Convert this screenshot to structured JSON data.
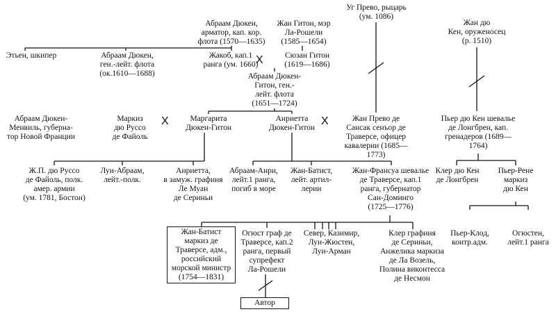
{
  "nodes": {
    "ug_prevo": "Уг Прево, рыцарь\n(ум. 1086)",
    "jean_du_quesne": "Жан дю\nКен, оруженосец\n(р. 1510)",
    "abraham_duquesne_sr": "Абраам Дюкен,\nарматор, кап. кор.\nфлота (1570—1635)",
    "jean_guiton": "Жан Гитон, мэр\nЛа-Рошели\n(1585—1654)",
    "etienne": "Этьен, шкипер",
    "abraham_duquesne_lt": "Абраам Дюкен,\nген.-лейт. флота\n(ок.1610—1688)",
    "jacob": "Жакоб, кап.1\nранга (ум. 1660)",
    "suzanne": "Сюзан Гитон\n(1619—1686)",
    "abraham_duquesne_guiton": "Абраам Дюкен-\nГитон, ген.-\nлейт. флота\n(1651—1724)",
    "abraham_menville": "Абраам Дюкен-\nМенвиль, губерна-\nтор Новой Франции",
    "marquis_russo": "Маркиз\nдю Руссо\nде Файоль",
    "marguerite": "Маргарита\nДюкен-Гитон",
    "henriette": "Анриетта\nДюкен-Гитон",
    "jean_prevo": "Жан Прево де\nСансак сенъор де\nТраверсе, офицер\nкавалерии (1685—\n1773)",
    "pierre_longbren": "Пьер дю Кен шевалье\nде Лонгбрен, кап.\nгренадеров (1689—\n1764)",
    "jp_russo": "Ж.П. дю Руссо\nде Файоль, полк.\nамер. армии\n(ум. 1781, Бостон)",
    "louis_abraham": "Луи-Абраам,\nлейт.-полк.",
    "henriette2": "Анриетта,\nв замуж. графиня\nЛе Муан\nде Сериньи",
    "abraham_henri": "Абраам-Анри,\nлейт.1 ранга,\nпогиб в море",
    "jean_baptiste": "Жан-Батист,\nлейт. артил-\nлерии",
    "jean_francois": "Жан-Франсуа шевалье\nде Траверсе, кап.1\nранга, губернатор\nСан-Доминго\n(1725—1776)",
    "claire_longbren": "Клер дю Кен\nде Лонгбрен",
    "pierre_rene": "Пьер-Рене\nмаркиз\nдю Кен",
    "jb_marquis": "Жан-Батист\nмаркиз де\nТраверсе, адм.,\nроссийский\nморской министр\n(1754—1831)",
    "auguste": "Огюст граф де\nТраверсе, кап.2\nранга, первый\nсупрефект\nЛа-Рошели",
    "siblings": "Север, Казимир,\nЛуи-Жюстен,\nЛуи-Арман",
    "claire_countess": "Клер графиня\nде Сериньи,\nАнжелика маркиза\nде Ла Возель,\nПолина виконтесса\nде Несмон",
    "pierre_claude": "Пьер-Клод,\nконтр.адм.",
    "augustin": "Огюстен,\nлейт.1 ранга",
    "author": "Автор"
  },
  "marriage_symbol": "X"
}
